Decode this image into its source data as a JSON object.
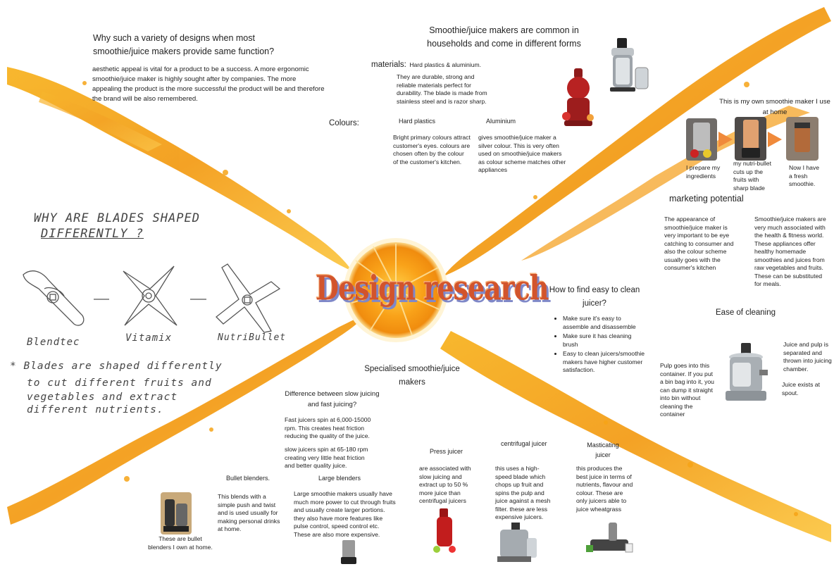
{
  "title": "Design research",
  "variety": {
    "heading": "Why such a variety of designs when most smoothie/juice makers provide same function?",
    "text": "aesthetic appeal is vital for a product to be a success. A more ergonomic smoothie/juice maker is highly sought after by companies. The more appealing the product is the more successful the product will be and therefore the brand will be also remembered."
  },
  "common": {
    "heading": "Smoothie/juice makers are common in households and come in different forms",
    "materials_label": "materials:",
    "materials_value": "Hard plastics & aluminium.",
    "materials_text": "They are durable, strong and reliable materials perfect for durability. The blade is made from stainless steel and is razor sharp.",
    "colours_label": "Colours:",
    "hard_plastics_label": "Hard plastics",
    "hard_plastics_text": "Bright primary colours attract customer's eyes. colours are chosen often by the colour of the customer's kitchen.",
    "aluminium_label": "Aluminium",
    "aluminium_text": "gives smoothie/juice maker a silver colour. This is very often used on smoothie/juice makers as colour scheme matches other appliances"
  },
  "own": {
    "heading": "This is my own smoothie maker I use at home",
    "step1": "I prepare my ingredients",
    "step2": "my nutri-bullet cuts up the fruits with sharp blade",
    "step3": "Now I have a fresh smoothie."
  },
  "marketing": {
    "heading": "marketing potential",
    "left": "The appearance of smoothie/juice maker is very important to be eye catching to consumer and also the colour scheme usually goes with the consumer's kitchen",
    "right": "Smoothie/juice makers are very much associated with the health & fitness world. These appliances offer healthy homemade smoothies and juices from raw vegetables and fruits. These can be substituted for meals."
  },
  "blades": {
    "heading_line1": "WHY ARE BLADES SHAPED",
    "heading_line2": "DIFFERENTLY ?",
    "label1": "Blendtec",
    "label2": "Vitamix",
    "label3": "NutriBullet",
    "note_line1": "* Blades are shaped differently",
    "note_line2": "to cut different fruits and",
    "note_line3": "vegetables and extract",
    "note_line4": "different nutrients."
  },
  "clean": {
    "heading": "How to find easy to clean juicer?",
    "bullets": [
      "Make sure it's easy to assemble and disassemble",
      "Make sure it has cleaning brush",
      "Easy to clean juicers/smoothie makers have higher customer satisfaction."
    ]
  },
  "ease": {
    "heading": "Ease of cleaning",
    "pulp": "Pulp goes into this container. If you put a bin bag into it, you can dump it straight into bin without cleaning the container",
    "separated": "Juice and pulp is separated and thrown into juicing chamber.",
    "spout": "Juice exists at spout."
  },
  "specialised": {
    "heading": "Specialised smoothie/juice makers",
    "diff_heading": "Difference between slow juicing and fast juicing?",
    "fast": "Fast juicers spin at 6,000-15000 rpm. This creates heat friction reducing the quality of the juice.",
    "slow": "slow juicers spin at 65-180 rpm creating very little heat friction and better quality juice.",
    "bullet_heading": "Bullet blenders.",
    "bullet_text": "This blends with a simple push and twist and is used usually for making personal drinks at home.",
    "bullet_caption": "These are bullet blenders I own at home.",
    "large_heading": "Large blenders",
    "large_text": "Large smoothie makers usually have much more power to cut through fruits and usually create larger portions. they also have more features like pulse control, speed control etc. These are also more expensive.",
    "press_heading": "Press juicer",
    "press_text": "are associated with slow juicing and extract up to 50 % more juice than centrifugal juicers",
    "centrifugal_heading": "centrifugal juicer",
    "centrifugal_text": "this uses a high-speed blade which chops up fruit and spins the pulp and juice against a mesh filter. these are less expensive juicers.",
    "masticating_heading": "Masticating juicer",
    "masticating_text": "this produces the best juice in terms of nutrients, flavour and colour. These are only juicers able to juice wheatgrass"
  }
}
